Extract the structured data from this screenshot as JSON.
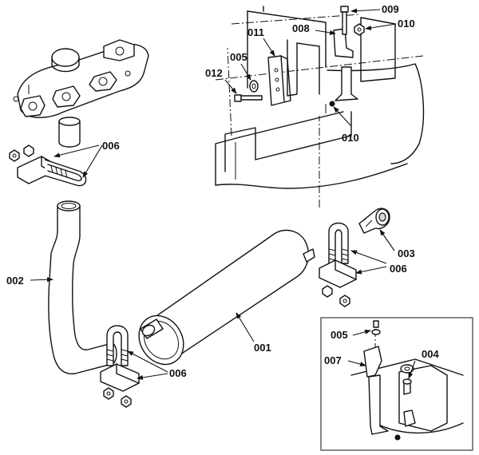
{
  "labels": {
    "p001": "001",
    "p002": "002",
    "p003": "003",
    "p004": "004",
    "p005_top": "005",
    "p005_inset": "005",
    "p006_top": "006",
    "p006_right": "006",
    "p006_bottom": "006",
    "p007": "007",
    "p008": "008",
    "p009": "009",
    "p010_top": "010",
    "p010_mid": "010",
    "p011": "011",
    "p012": "012"
  },
  "icons": {
    "arrowhead": "arrow-head-icon",
    "nut": "hex-nut-icon",
    "bolt": "bolt-icon"
  },
  "colors": {
    "line": "#111111",
    "background": "#ffffff",
    "shade": "#d9d9d9"
  }
}
